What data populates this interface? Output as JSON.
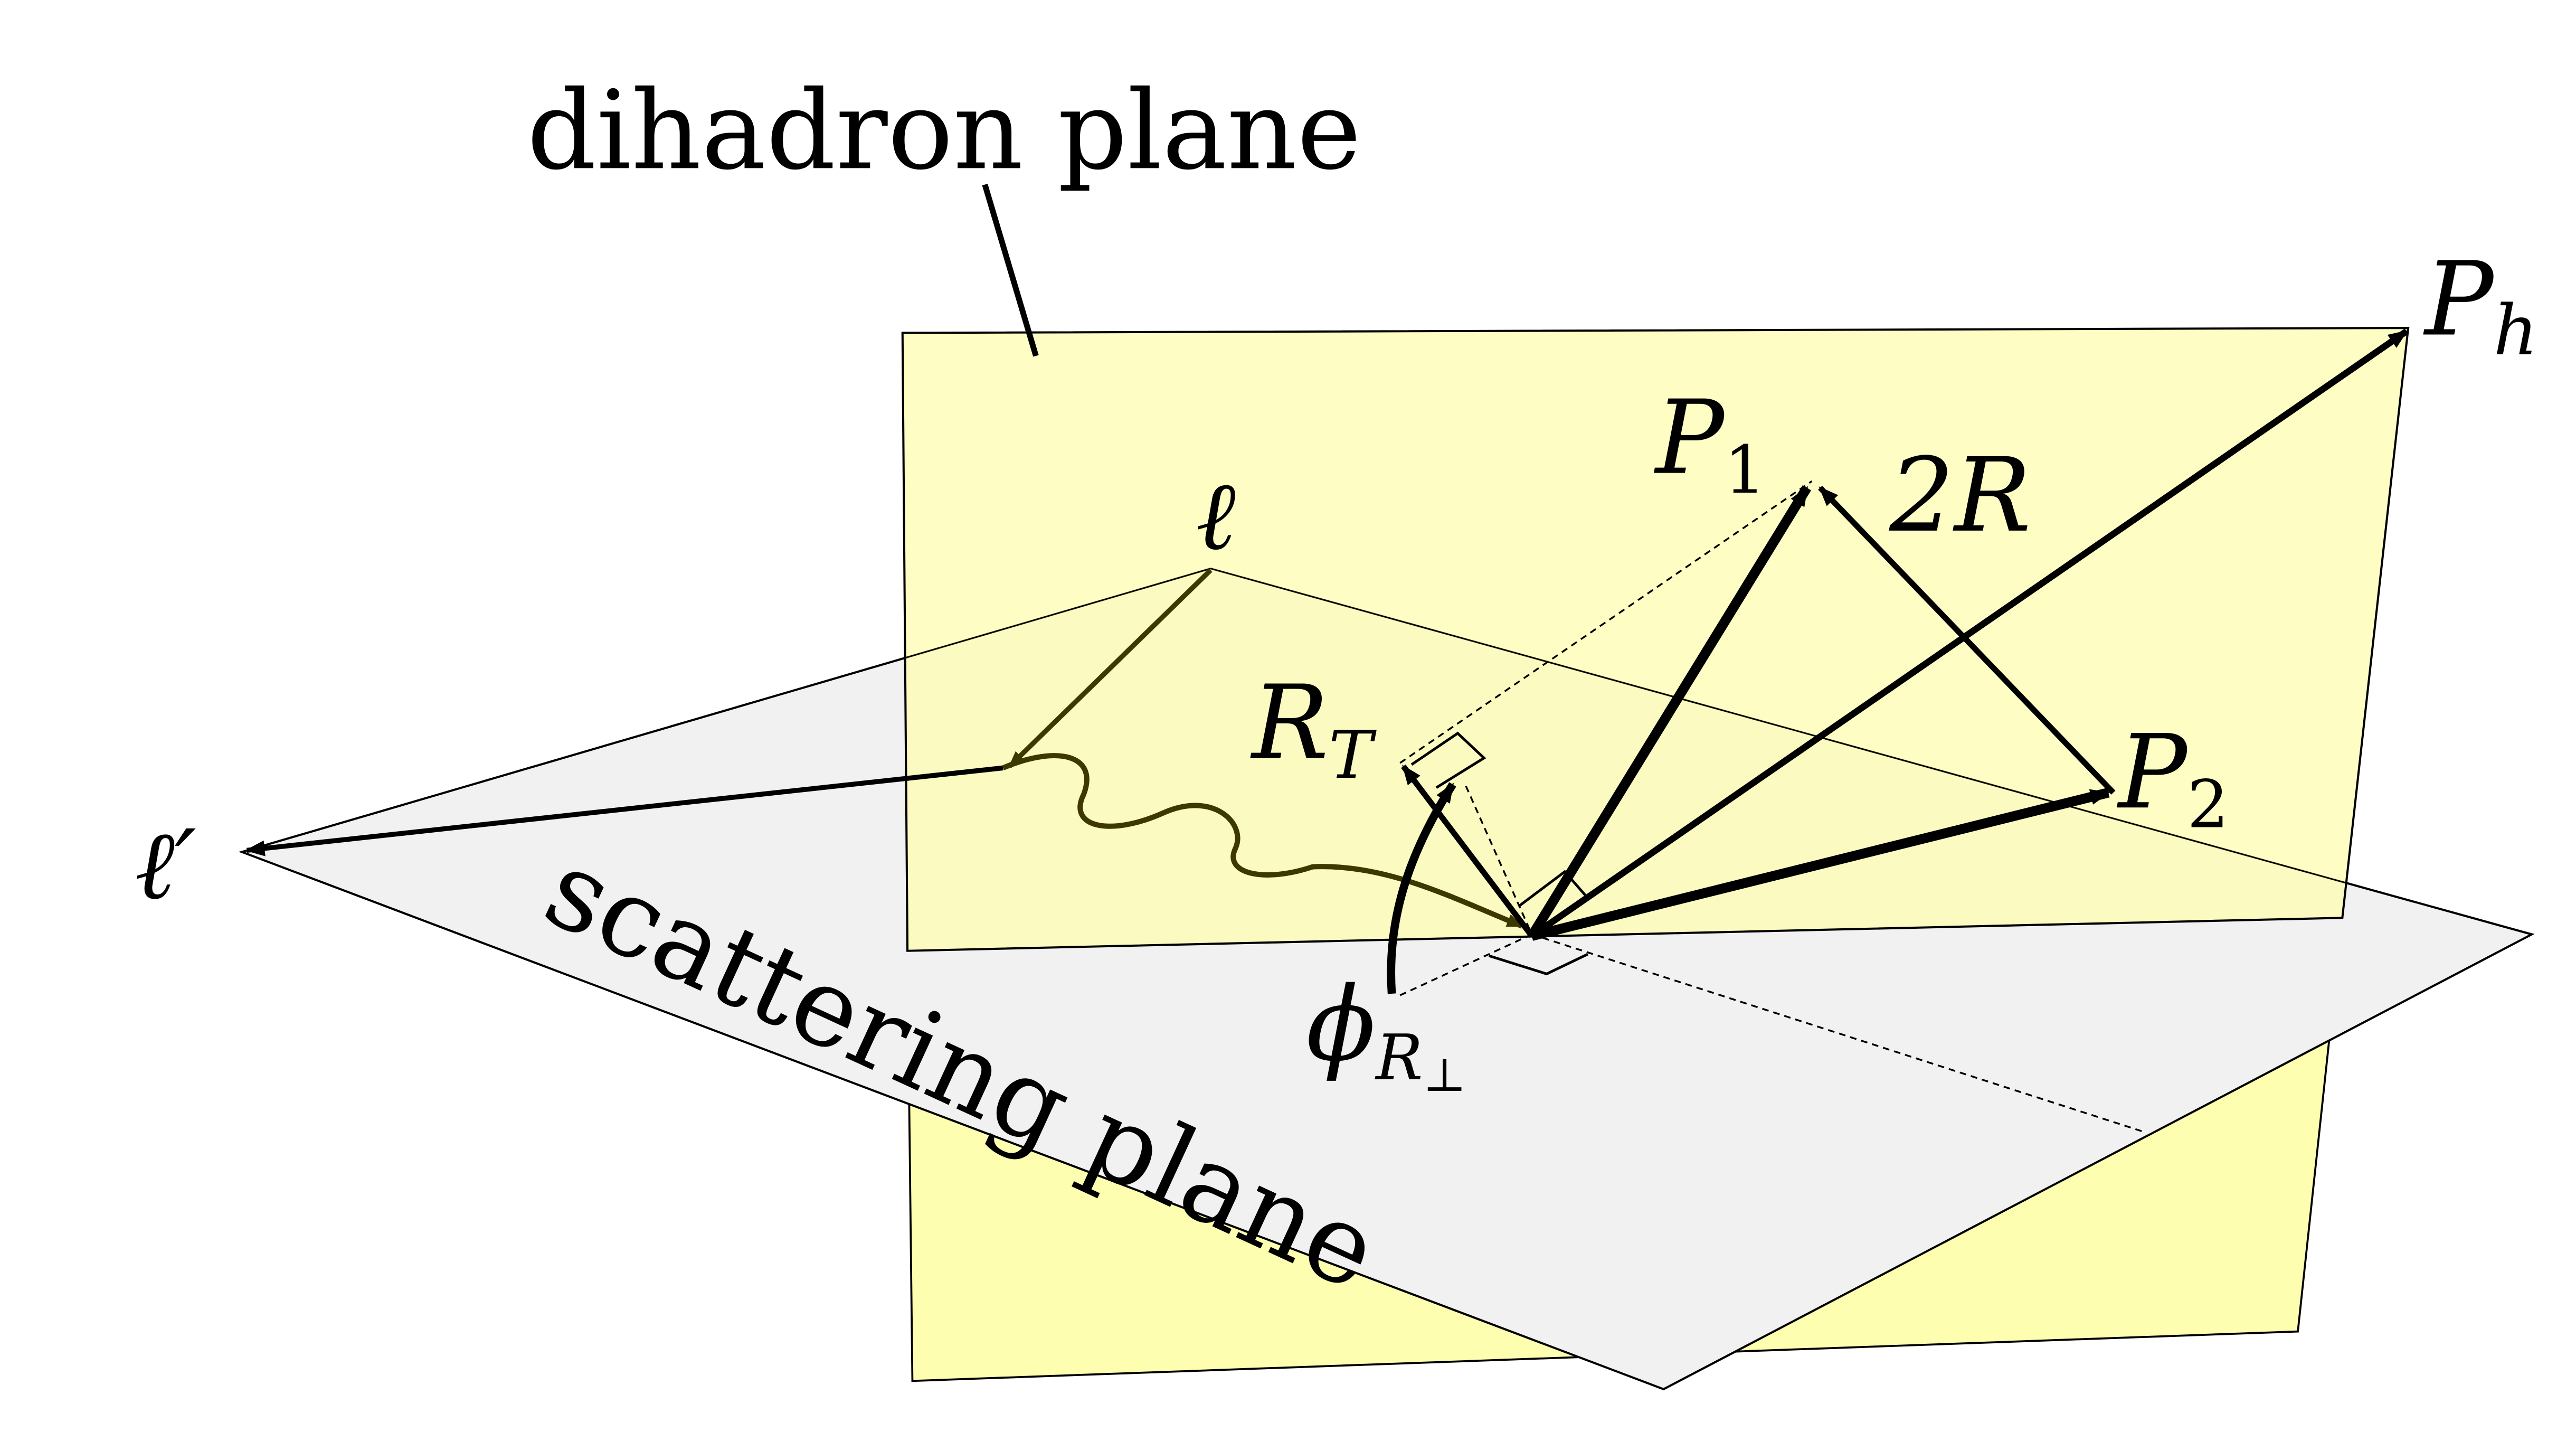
{
  "labels": {
    "dihadron_plane": "dihadron plane",
    "scattering_plane": "scattering plane",
    "ell": "ℓ",
    "ell_prime": "ℓ′",
    "P1": {
      "base": "P",
      "sub": "1"
    },
    "P2": {
      "base": "P",
      "sub": "2"
    },
    "Ph": {
      "base": "P",
      "sub": "h"
    },
    "two_R": "2R",
    "RT": {
      "base": "R",
      "sub": "T"
    },
    "phi": {
      "base": "ϕ",
      "sub": "R",
      "subsub": "⊥"
    }
  },
  "colors": {
    "dihadron_plane": "#fefeb0",
    "scattering_plane": "#f1f1f1",
    "overlap": "#e9e9a6",
    "photon": "#3d3800",
    "ink": "#000000"
  }
}
